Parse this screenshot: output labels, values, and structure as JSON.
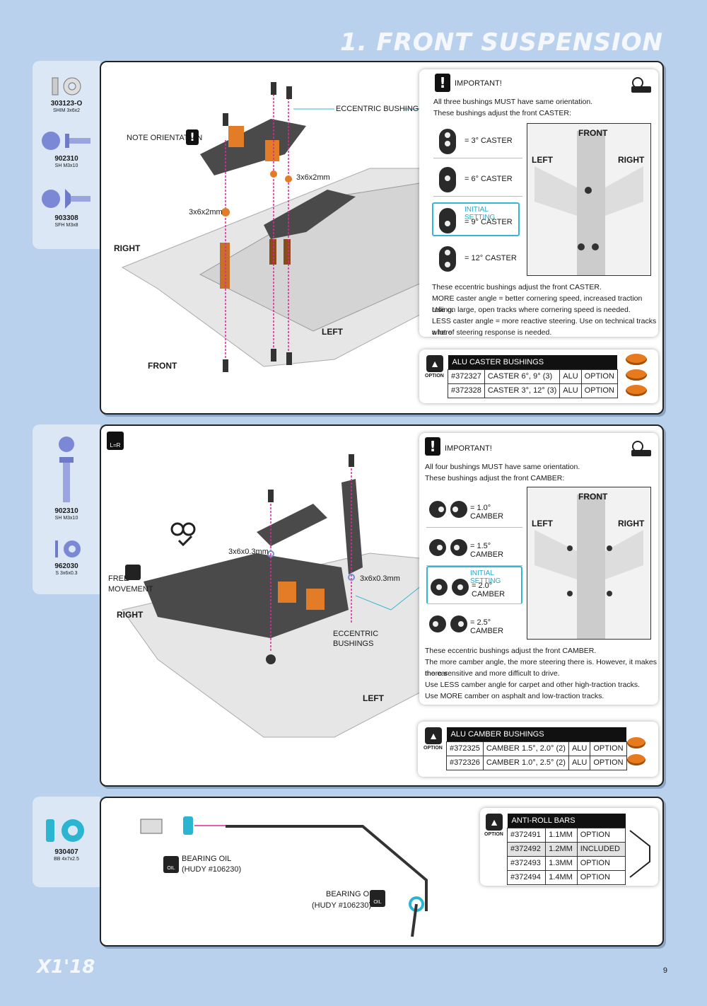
{
  "page_title": "1. FRONT SUSPENSION",
  "footer_logo": "X1'18",
  "page_number": "9",
  "step1": {
    "parts": [
      {
        "num": "303123-O",
        "desc": "SHIM 3x6x2"
      },
      {
        "num": "902310",
        "desc": "SH M3x10"
      },
      {
        "num": "903308",
        "desc": "SFH M3x8"
      }
    ],
    "labels": {
      "eccentric": "ECCENTRIC BUSHINGS",
      "note": "NOTE ORIENTATION",
      "shim_a": "3x6x2mm",
      "shim_b": "3x6x2mm",
      "right": "RIGHT",
      "left": "LEFT",
      "front": "FRONT"
    },
    "important": {
      "head": "IMPORTANT!",
      "line1": "All three bushings MUST have same orientation.",
      "line2": "These bushings adjust the front CASTER:",
      "rows": [
        "=   3° CASTER",
        "=   6° CASTER",
        "=   9° CASTER",
        "=   12° CASTER"
      ],
      "initial": "INITIAL SETTING",
      "view": {
        "front": "FRONT",
        "left": "LEFT",
        "right": "RIGHT"
      },
      "para": [
        "These eccentric bushings adjust the front CASTER.",
        "MORE caster angle = better cornering speed, increased traction rolling.",
        "Use on large, open tracks where cornering speed is needed.",
        "LESS caster angle = more reactive steering. Use on technical tracks where",
        "a lot of steering response is needed."
      ]
    },
    "option": {
      "label": "OPTION",
      "header": "ALU CASTER BUSHINGS",
      "rows": [
        [
          "#372327",
          "CASTER 6°, 9° (3)",
          "ALU",
          "OPTION"
        ],
        [
          "#372328",
          "CASTER 3°, 12° (3)",
          "ALU",
          "OPTION"
        ]
      ]
    }
  },
  "step2": {
    "parts": [
      {
        "num": "902310",
        "desc": "SH M3x10"
      },
      {
        "num": "962030",
        "desc": "S 3x6x0.3"
      }
    ],
    "lr_badge": "L=R",
    "labels": {
      "shim_a": "3x6x0.3mm",
      "shim_b": "3x6x0.3mm",
      "free": "FREE",
      "movement": "MOVEMENT",
      "right": "RIGHT",
      "left": "LEFT",
      "ecc1": "ECCENTRIC",
      "ecc2": "BUSHINGS"
    },
    "important": {
      "head": "IMPORTANT!",
      "line1": "All four bushings MUST have same orientation.",
      "line2": "These bushings adjust the front CAMBER:",
      "rows": [
        "= 1.0° CAMBER",
        "= 1.5° CAMBER",
        "= 2.0° CAMBER",
        "= 2.5° CAMBER"
      ],
      "initial": "INITIAL SETTING",
      "view": {
        "front": "FRONT",
        "left": "LEFT",
        "right": "RIGHT"
      },
      "para": [
        "These eccentric bushings adjust the front CAMBER.",
        "The more camber angle, the more steering there is. However, it makes the car",
        "more sensitive and more difficult to drive.",
        "Use LESS camber angle for carpet and other high-traction tracks.",
        "Use MORE camber on asphalt and low-traction tracks."
      ]
    },
    "option": {
      "label": "OPTION",
      "header": "ALU CAMBER BUSHINGS",
      "rows": [
        [
          "#372325",
          "CAMBER 1.5°, 2.0° (2)",
          "ALU",
          "OPTION"
        ],
        [
          "#372326",
          "CAMBER 1.0°, 2.5° (2)",
          "ALU",
          "OPTION"
        ]
      ]
    }
  },
  "step3": {
    "parts": [
      {
        "num": "930407",
        "desc": "BB 4x7x2.5"
      }
    ],
    "oil1": "BEARING OIL",
    "oil1_ref": "(HUDY #106230)",
    "oil2": "BEARING OIL",
    "oil2_ref": "(HUDY #106230)",
    "oil_badge": "OIL",
    "option": {
      "label": "OPTION",
      "header": "ANTI-ROLL BARS",
      "rows": [
        [
          "#372491",
          "1.1MM",
          "OPTION"
        ],
        [
          "#372492",
          "1.2MM",
          "INCLUDED"
        ],
        [
          "#372493",
          "1.3MM",
          "OPTION"
        ],
        [
          "#372494",
          "1.4MM",
          "OPTION"
        ]
      ]
    }
  },
  "colors": {
    "background": "#b9d1ec",
    "accent_orange": "#e77a1d",
    "initial_setting": "#35b7d1",
    "guide_magenta": "#e0259a",
    "hardware_blue": "#7b88d6"
  }
}
